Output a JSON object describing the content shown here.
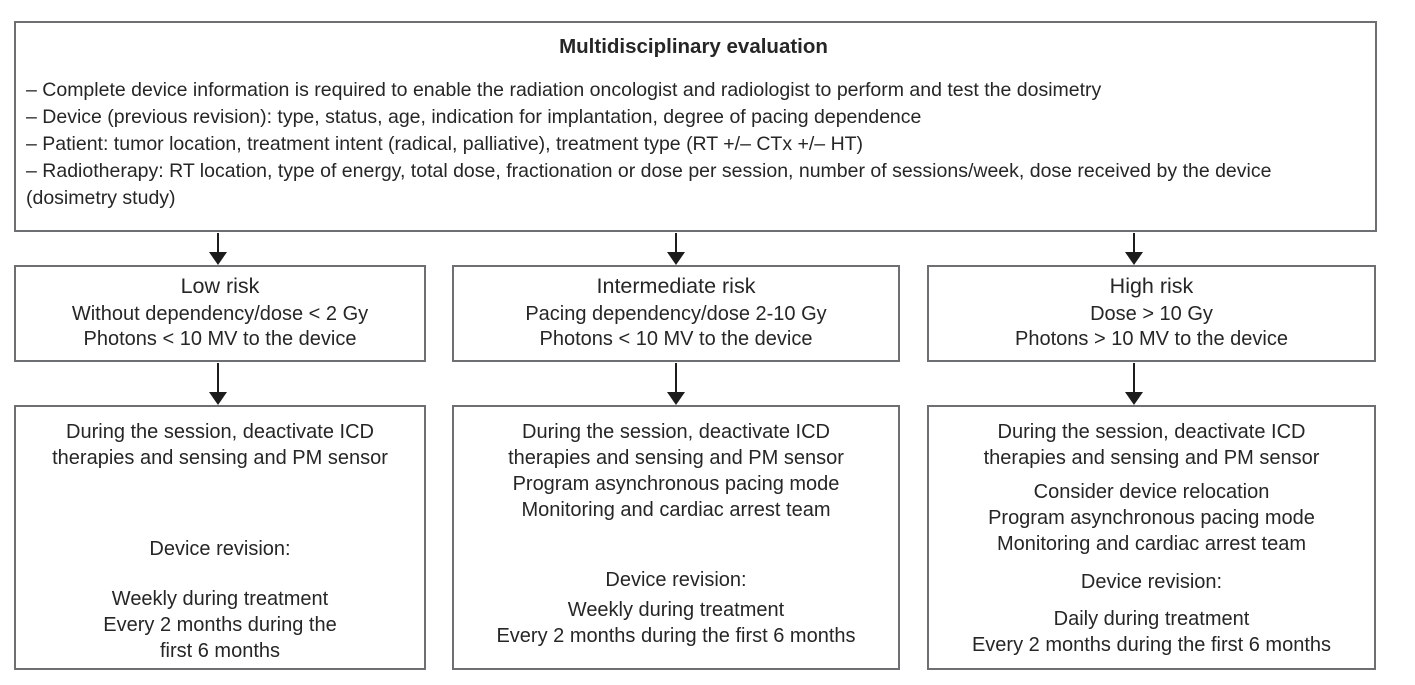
{
  "colors": {
    "background": "#ffffff",
    "box_border": "#6e6f72",
    "text": "#262626",
    "arrow": "#1c1c1c"
  },
  "top_box": {
    "title": "Multidisciplinary evaluation",
    "items": [
      "– Complete device information is required to enable the radiation oncologist and radiologist to perform and test the dosimetry",
      "– Device (previous revision): type, status, age, indication for implantation, degree of pacing dependence",
      "– Patient: tumor location, treatment intent (radical, palliative), treatment type (RT +/– CTx +/– HT)",
      "– Radiotherapy: RT location, type of energy, total dose, fractionation or dose per session, number of sessions/week, dose received by the device (dosimetry study)"
    ]
  },
  "columns": [
    {
      "risk": {
        "title": "Low risk",
        "criteria": "Without dependency/dose < 2 Gy\nPhotons < 10 MV to the device"
      },
      "action": {
        "blocks": [
          "During the session, deactivate ICD\ntherapies and sensing and PM sensor",
          "Device revision:",
          "Weekly during treatment\nEvery 2 months during the\nfirst 6 months"
        ]
      }
    },
    {
      "risk": {
        "title": "Intermediate risk",
        "criteria": "Pacing dependency/dose 2-10 Gy\nPhotons < 10 MV to the device"
      },
      "action": {
        "blocks": [
          "During the session, deactivate ICD\ntherapies and sensing and PM sensor\nProgram asynchronous pacing mode\nMonitoring and cardiac arrest team",
          "Device revision:",
          "Weekly during treatment\nEvery 2 months during the first 6 months"
        ]
      }
    },
    {
      "risk": {
        "title": "High risk",
        "criteria": "Dose > 10 Gy\nPhotons > 10 MV to the device"
      },
      "action": {
        "blocks": [
          "During the session, deactivate ICD\ntherapies and sensing and PM sensor",
          "Consider device relocation\nProgram asynchronous pacing mode\nMonitoring and cardiac arrest team",
          "Device revision:",
          "Daily during treatment\nEvery 2 months during the first 6 months"
        ]
      }
    }
  ]
}
